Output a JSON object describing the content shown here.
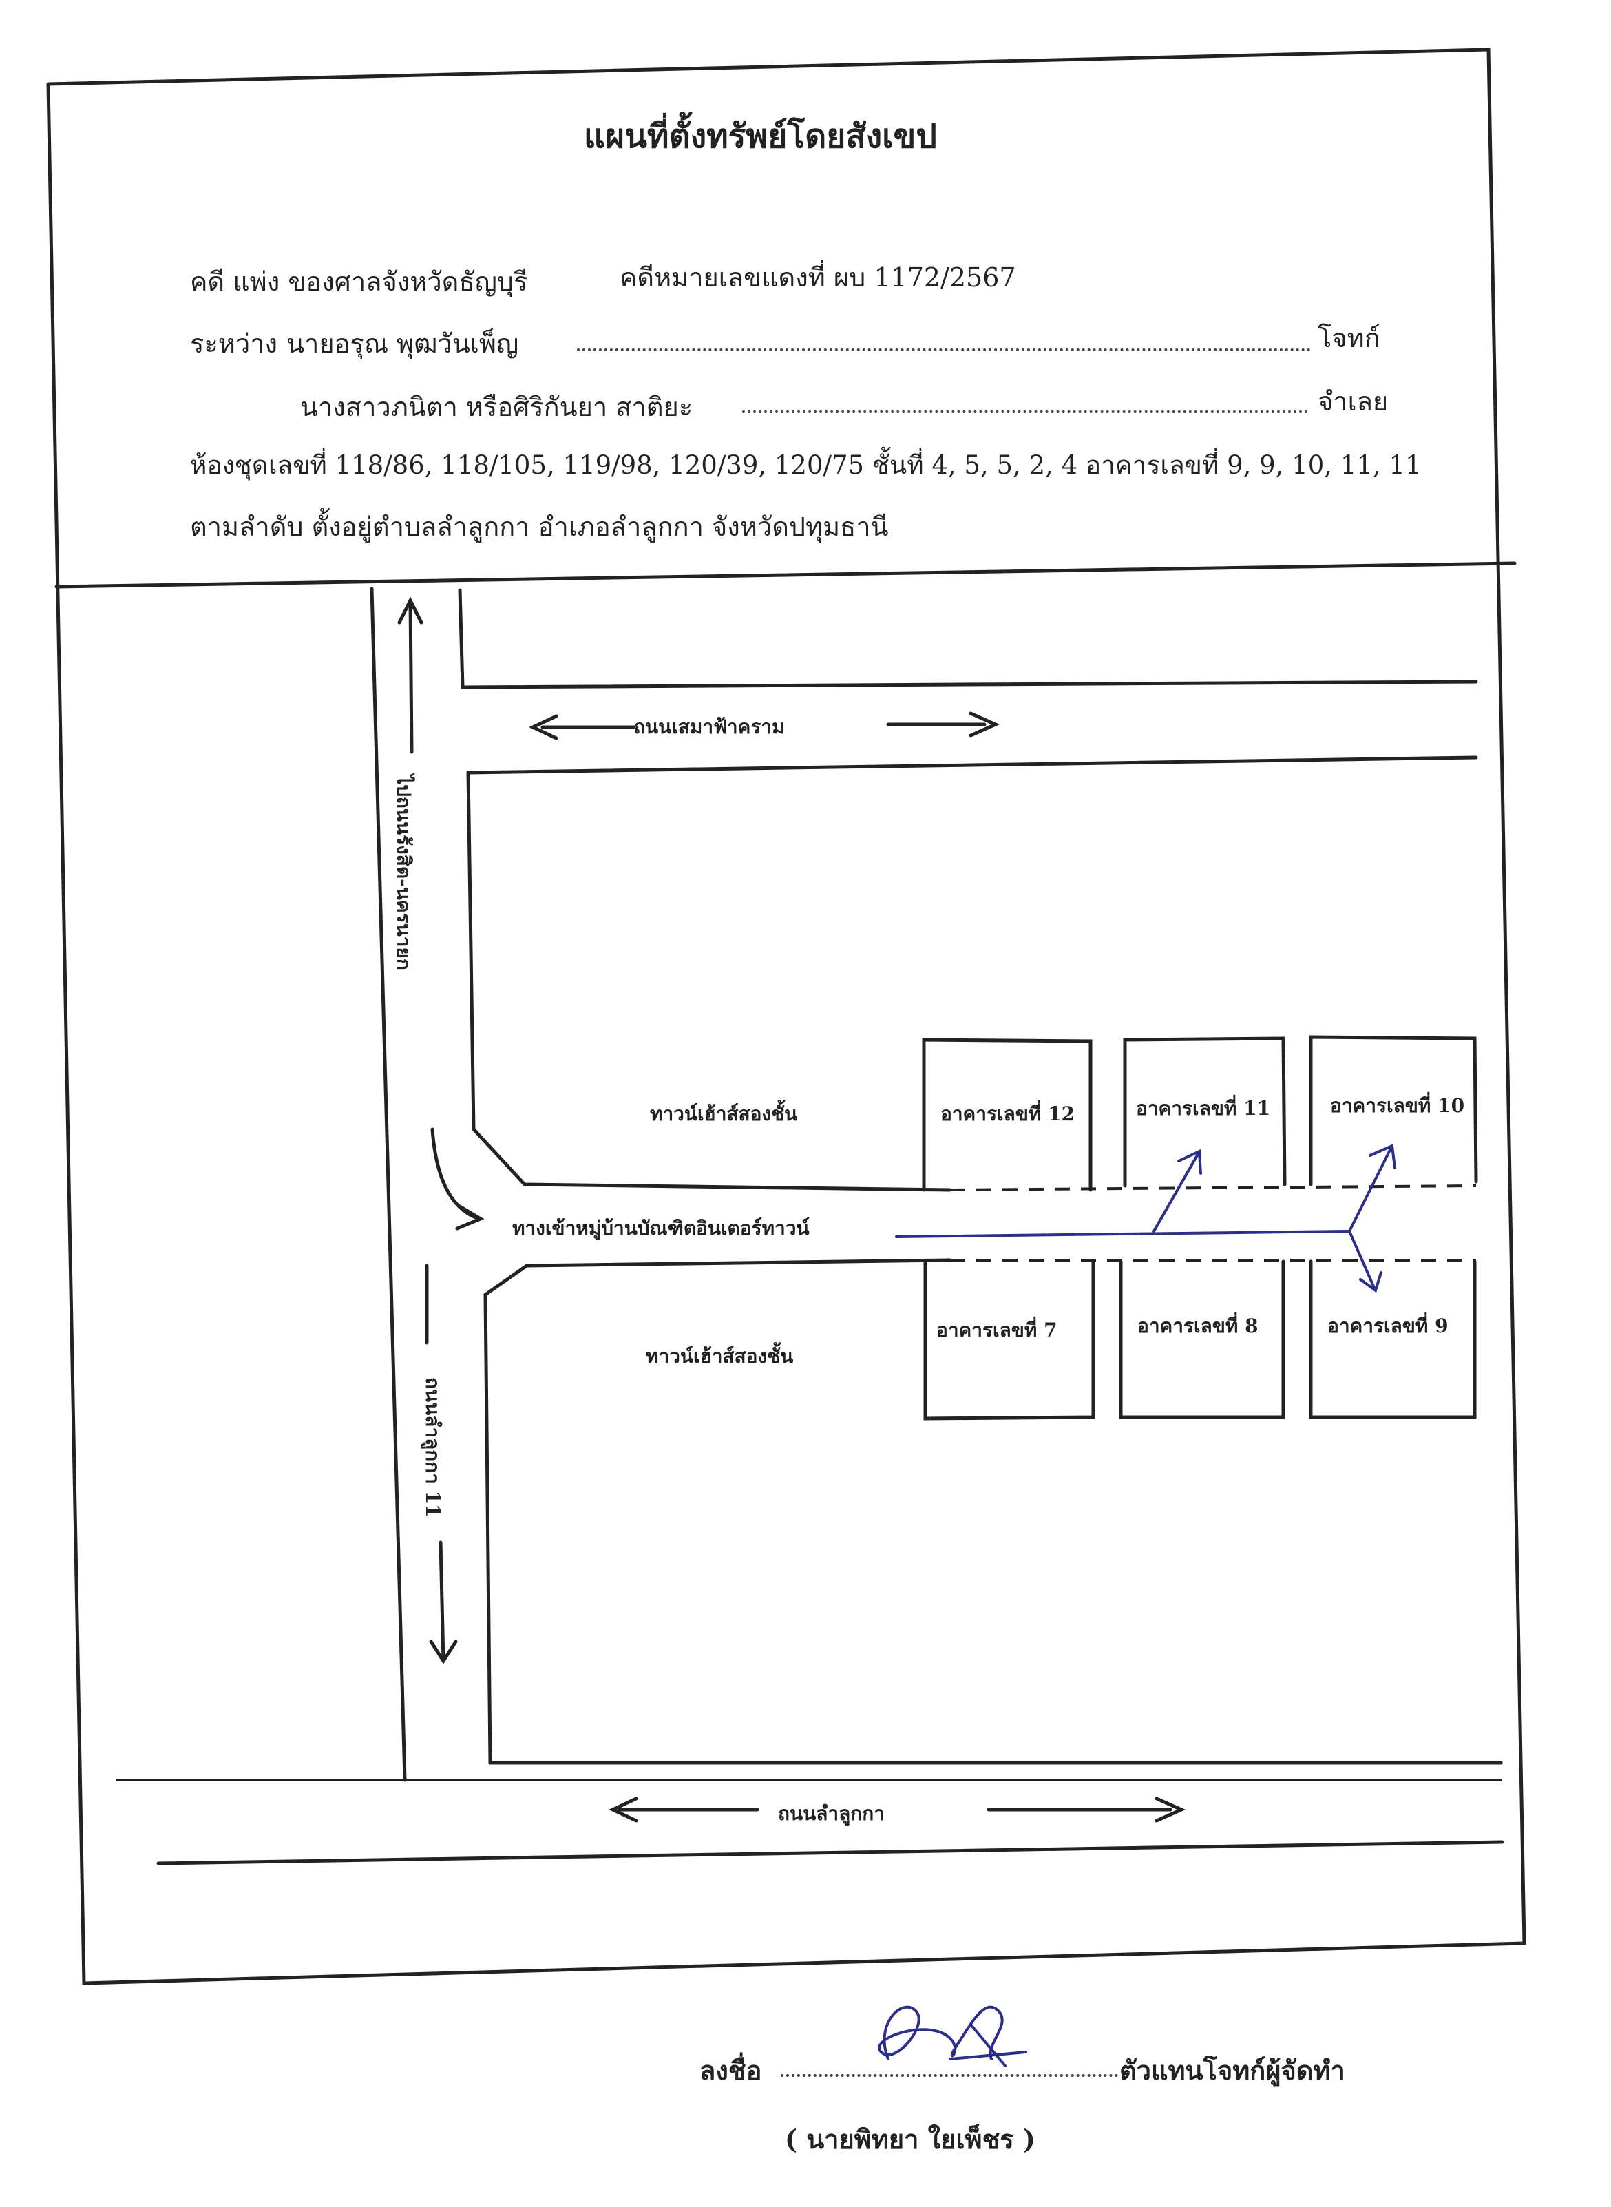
{
  "document": {
    "title": "แผนที่ตั้งทรัพย์โดยสังเขป",
    "case_line": "คดี แพ่ง  ของศาลจังหวัดธัญบุรี",
    "case_number": "คดีหมายเลขแดงที่ ผบ 1172/2567",
    "between_prefix": "ระหว่าง",
    "plaintiff_name": "นายอรุณ  พุฒวันเพ็ญ",
    "plaintiff_role": "โจทก์",
    "defendant_name": "นางสาวภนิตา หรือศิริกันยา  สาติยะ",
    "defendant_role": "จำเลย",
    "property_line1": "ห้องชุดเลขที่ 118/86, 118/105, 119/98, 120/39, 120/75 ชั้นที่ 4, 5, 5, 2, 4 อาคารเลขที่ 9, 9, 10, 11, 11",
    "property_line2": "ตามลำดับ ตั้งอยู่ตำบลลำลูกกา อำเภอลำลูกกา จังหวัดปทุมธานี"
  },
  "map": {
    "road_top": "ถนนเสมาฟ้าคราม",
    "road_bottom": "ถนนลำลูกกา",
    "road_left_upper": "ไปถนนรังสิต-นครนายก",
    "road_left_lower": "ถนนลำลูกกา 11",
    "village_entrance": "ทางเข้าหมู่บ้านบัณฑิตอินเตอร์ทาวน์",
    "townhouse_upper": "ทาวน์เฮ้าส์สองชั้น",
    "townhouse_lower": "ทาวน์เฮ้าส์สองชั้น",
    "buildings": [
      {
        "label": "อาคารเลขที่ 12"
      },
      {
        "label": "อาคารเลขที่ 11"
      },
      {
        "label": "อาคารเลขที่ 10"
      },
      {
        "label": "อาคารเลขที่ 7"
      },
      {
        "label": "อาคารเลขที่ 8"
      },
      {
        "label": "อาคารเลขที่ 9"
      }
    ],
    "colors": {
      "ink": "#222222",
      "blue_pen": "#2b2f8a"
    }
  },
  "signature": {
    "prefix": "ลงชื่อ",
    "role": "ตัวแทนโจทก์ผู้จัดทำ",
    "name": "( นายพิทยา  ใยเพ็ชร )"
  }
}
